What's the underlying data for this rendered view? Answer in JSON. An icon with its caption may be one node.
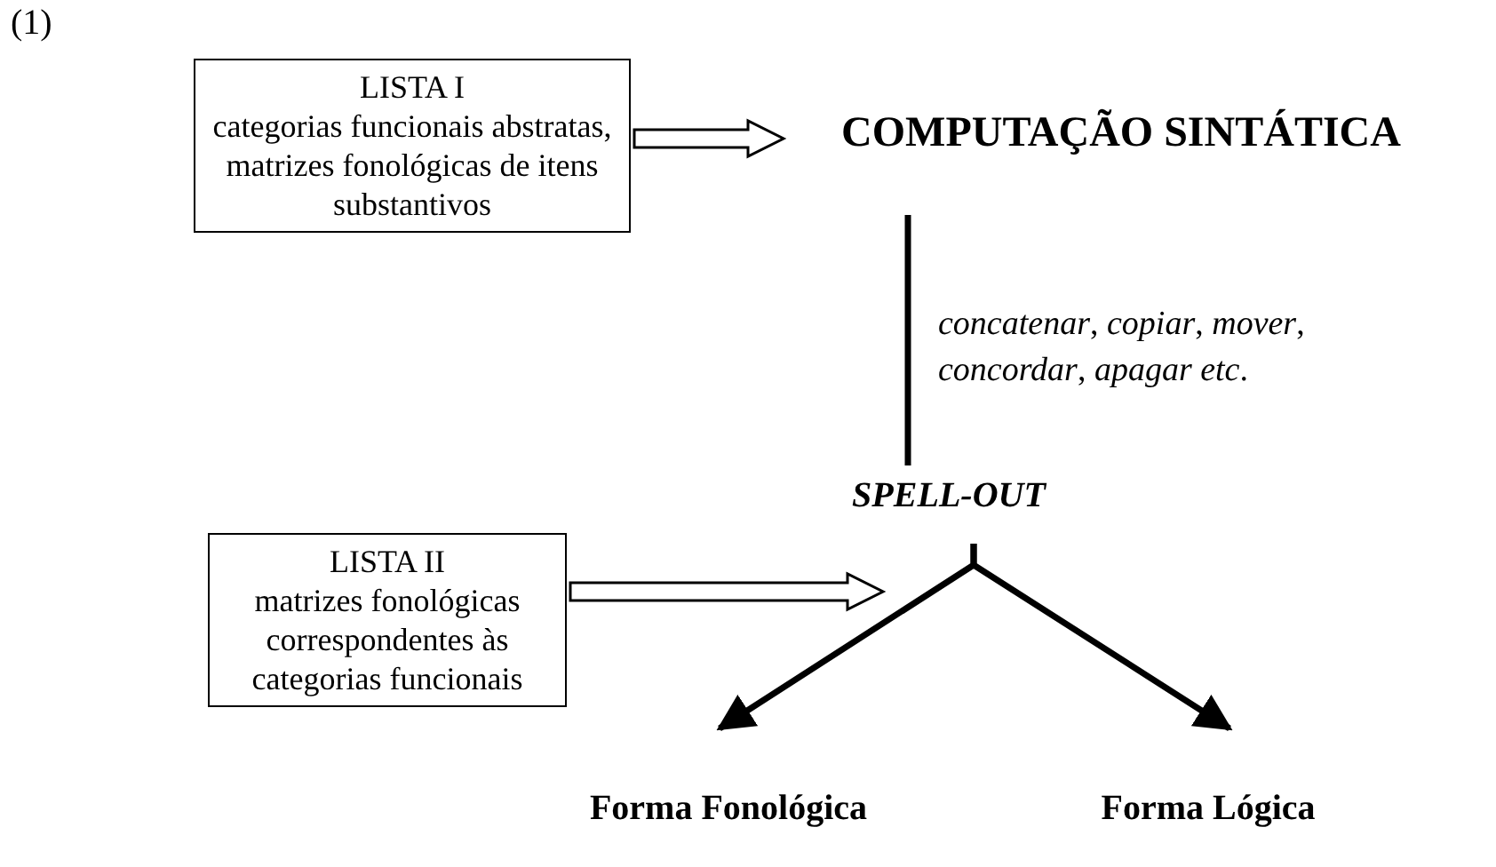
{
  "diagram": {
    "nodes": [
      {
        "text": [
          "LISTA I",
          "categorias funcionais abstratas, matrizes fonológicas de itens substantivos"
        ]
      },
      {
        "text": [
          "COMPUTAÇÃO SINTÁTICA"
        ]
      },
      {
        "text": [
          "SPELL-OUT"
        ]
      },
      {
        "text": [
          "LISTA II",
          "matrizes fonológicas correspondentes às categorias funcionais"
        ]
      },
      {
        "text": [
          "Forma Fonológica"
        ]
      },
      {
        "text": [
          "Forma Lógica"
        ]
      }
    ],
    "edges": [
      {
        "from": 0,
        "to": 1,
        "arrow": "to"
      },
      {
        "from": 1,
        "to": 2,
        "arrow": "none",
        "label": "*concatenar*, *copiar*, *mover*, *concordar*, *apagar etc*."
      },
      {
        "from": 3,
        "to": null,
        "arrow": "to"
      },
      {
        "from": 2,
        "to": 4,
        "arrow": "to"
      },
      {
        "from": 2,
        "to": 5,
        "arrow": "to"
      }
    ],
    "labels": [
      "(1)"
    ]
  }
}
